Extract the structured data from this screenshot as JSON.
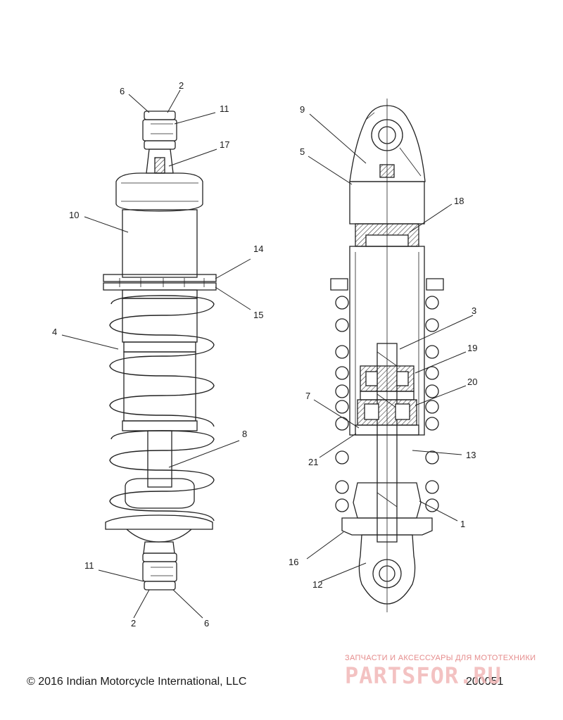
{
  "callouts": {
    "left": {
      "c6_top": "6",
      "c2_top": "2",
      "c11_top": "11",
      "c17": "17",
      "c10": "10",
      "c14": "14",
      "c15": "15",
      "c4": "4",
      "c8": "8",
      "c11_bot": "11",
      "c2_bot": "2",
      "c6_bot": "6"
    },
    "right": {
      "c9": "9",
      "c5": "5",
      "c18": "18",
      "c3": "3",
      "c19": "19",
      "c20": "20",
      "c7": "7",
      "c21": "21",
      "c13": "13",
      "c1": "1",
      "c16": "16",
      "c12": "12"
    }
  },
  "footer": {
    "copyright": "© 2016 Indian Motorcycle International, LLC",
    "part_number": "200051"
  },
  "watermark": {
    "tagline": "ЗАПЧАСТИ И АКСЕССУАРЫ ДЛЯ МОТОТЕХНИКИ",
    "logo": "PARTSFOR.RU"
  }
}
